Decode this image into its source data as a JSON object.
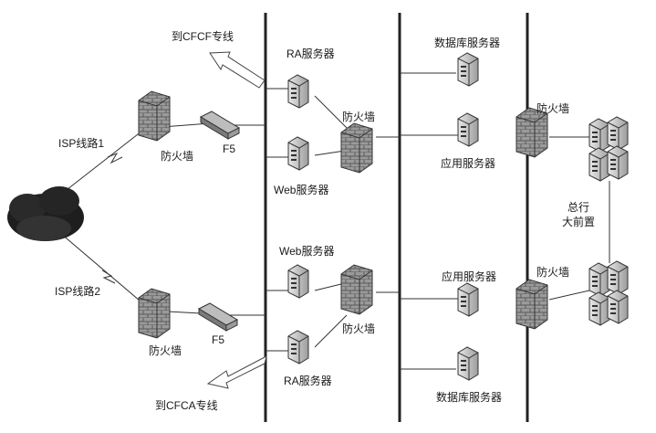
{
  "labels": {
    "to_cfcf": "到CFCF专线",
    "to_cfca": "到CFCA专线",
    "isp_line_1": "ISP线路1",
    "isp_line_2": "ISP线路2",
    "firewall": "防火墙",
    "f5": "F5",
    "ra_server": "RA服务器",
    "web_server": "Web服务器",
    "database_server": "数据库服务器",
    "app_server": "应用服务器",
    "hq_front_line1": "总行",
    "hq_front_line2": "大前置"
  }
}
